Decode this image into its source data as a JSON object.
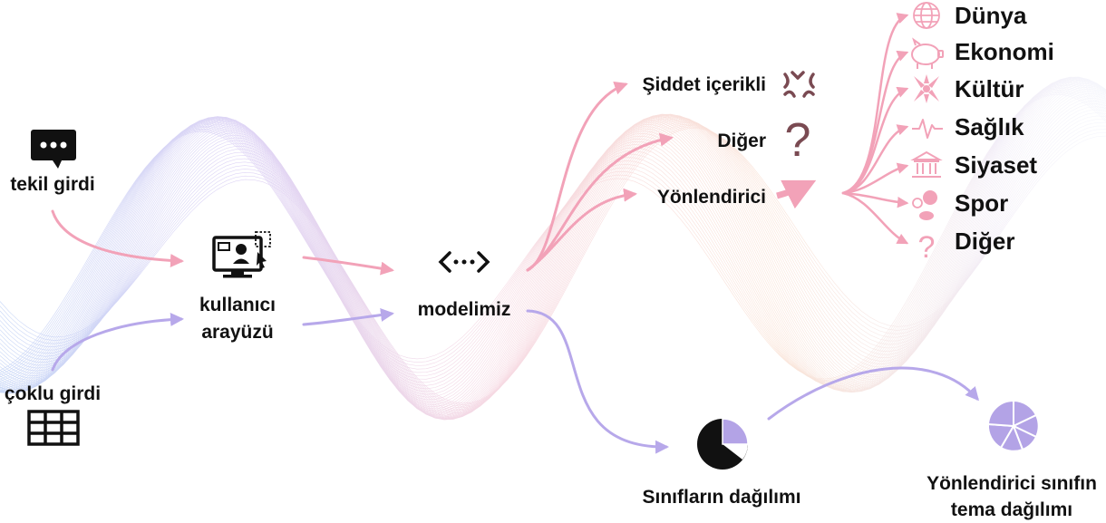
{
  "inputs": {
    "single": "tekil girdi",
    "multi": "çoklu girdi"
  },
  "interface": {
    "line1": "kullanıcı",
    "line2": "arayüzü"
  },
  "model": "modelimiz",
  "classes": {
    "violent": "Şiddet içerikli",
    "other": "Diğer",
    "router": "Yönlendirici",
    "glyph_question": "?"
  },
  "topics": [
    {
      "label": "Dünya",
      "icon": "globe-icon"
    },
    {
      "label": "Ekonomi",
      "icon": "piggy-bank-icon"
    },
    {
      "label": "Kültür",
      "icon": "culture-icon"
    },
    {
      "label": "Sağlık",
      "icon": "heartbeat-icon"
    },
    {
      "label": "Siyaset",
      "icon": "government-building-icon"
    },
    {
      "label": "Spor",
      "icon": "sports-balls-icon"
    },
    {
      "label": "Diğer",
      "icon": "question-icon"
    }
  ],
  "outputs": {
    "class_dist": "Sınıfların dağılımı",
    "topic_dist_line1": "Yönlendirici sınıfın",
    "topic_dist_line2": "tema dağılımı"
  },
  "colors": {
    "pink": "#f2a2b8",
    "purple": "#b7a8ea",
    "dark": "#111111",
    "icon_brown": "#7a4a52",
    "pie_purple": "#b3a3e6"
  }
}
